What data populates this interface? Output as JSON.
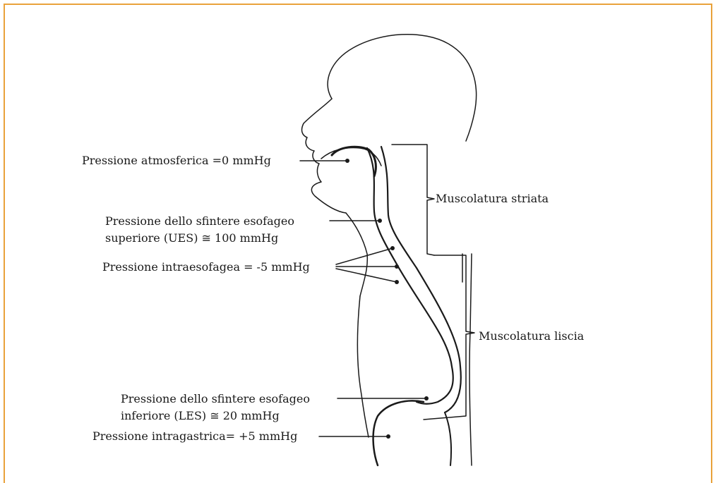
{
  "labels": {
    "atmosferica": "Pressione atmosferica =0 mmHg",
    "ues_line1": "Pressione dello sfintere esofageo",
    "ues_line2": "superiore (UES) ≅ 100 mmHg",
    "intraesofagea": "Pressione intraesofagea = -5 mmHg",
    "les_line1": "Pressione dello sfintere esofageo",
    "les_line2": "inferiore (LES) ≅ 20 mmHg",
    "intragastrica": "Pressione intragastrica= +5 mmHg",
    "striata": "Muscolatura striata",
    "liscia": "Muscolatura liscia"
  },
  "colors": {
    "frame": "#e9a23b",
    "ink": "#1a1a1a"
  }
}
